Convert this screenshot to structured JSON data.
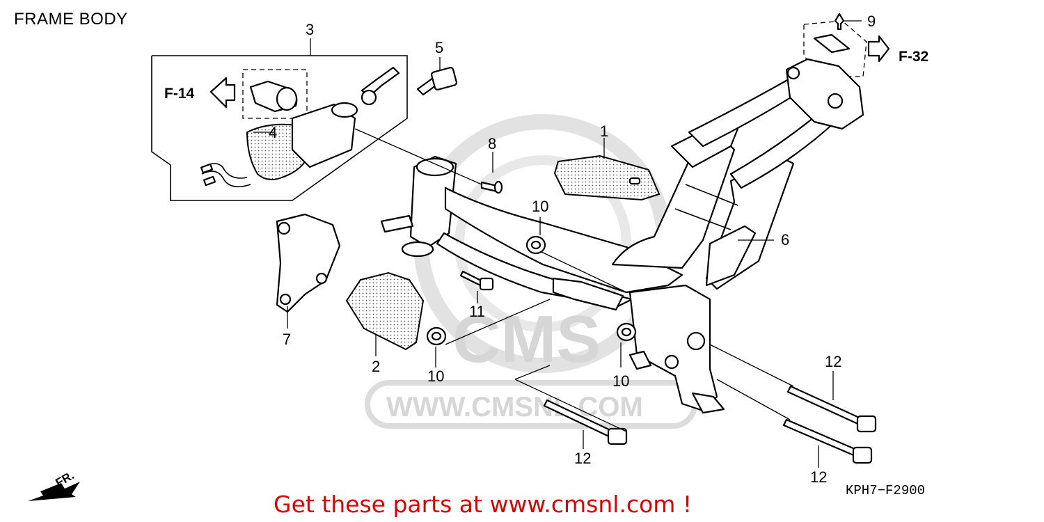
{
  "title": "FRAME BODY",
  "watermark": {
    "logo_text": "CMS",
    "url_text": "WWW.CMSNL.COM",
    "color": "#d6d6d6"
  },
  "callouts": {
    "c1": "1",
    "c2": "2",
    "c3": "3",
    "c4": "4",
    "c5": "5",
    "c6": "6",
    "c7": "7",
    "c8": "8",
    "c9": "9",
    "c10a": "10",
    "c10b": "10",
    "c10c": "10",
    "c11": "11",
    "c12a": "12",
    "c12b": "12",
    "c12c": "12"
  },
  "references": {
    "left": "F-14",
    "right": "F-32"
  },
  "front_indicator": "FR.",
  "diagram_code": "KPH7−F2900",
  "footer_promo": "Get these parts at www.cmsnl.com !",
  "colors": {
    "promo": "#e00000",
    "line": "#000000",
    "background": "#ffffff"
  }
}
